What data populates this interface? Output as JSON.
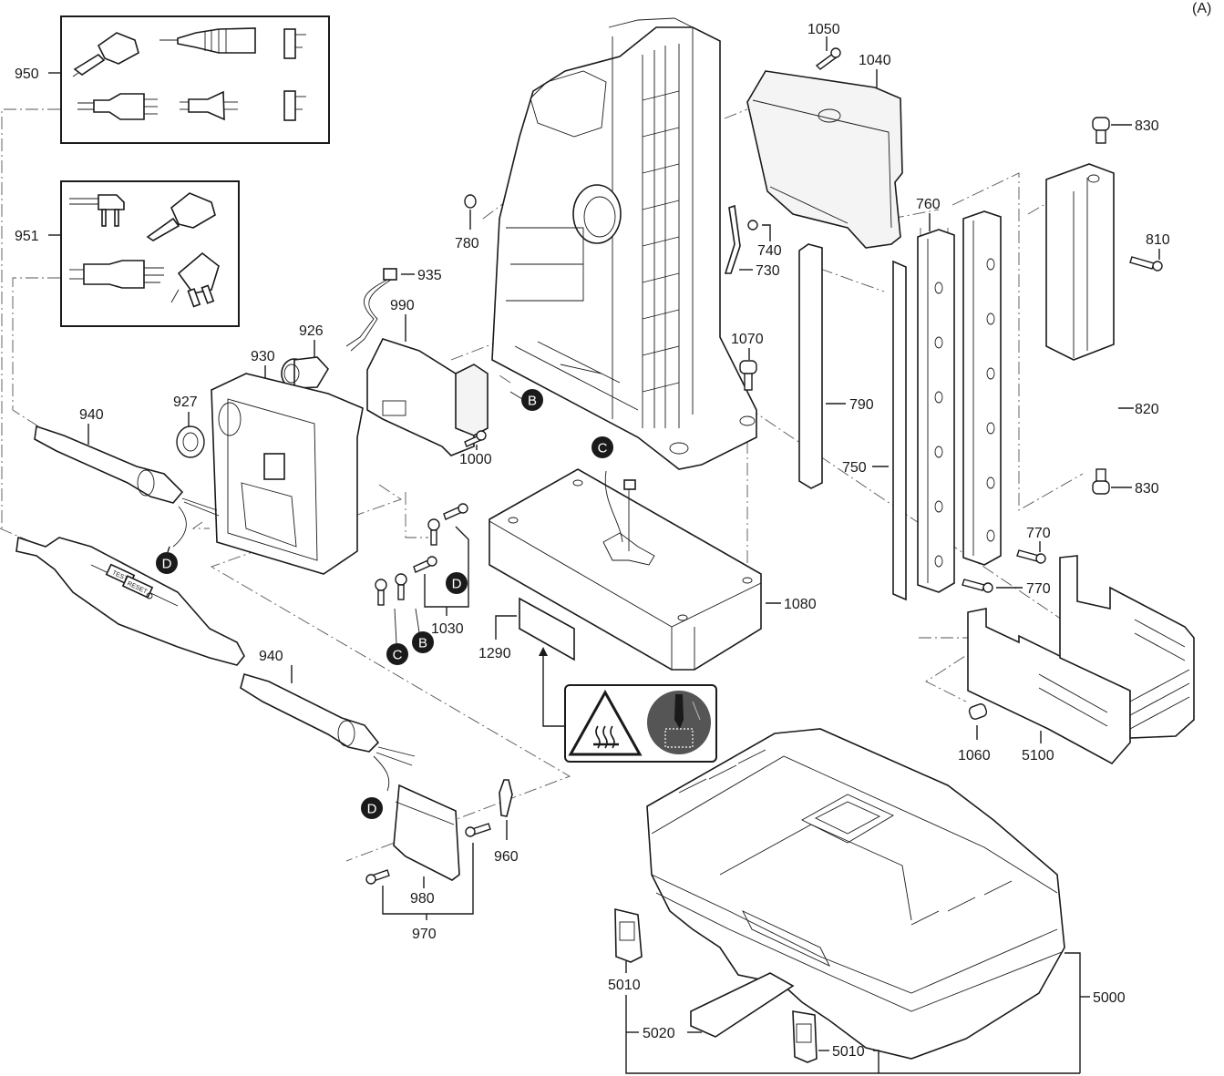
{
  "figure": {
    "title": "(A)",
    "type": "exploded parts diagram",
    "part_labels": {
      "p950": "950",
      "p951": "951",
      "p926": "926",
      "p935": "935",
      "p990": "990",
      "p930": "930",
      "p927": "927",
      "p940a": "940",
      "p940b": "940",
      "p1000": "1000",
      "p1030": "1030",
      "p1290": "1290",
      "p780": "780",
      "p1050": "1050",
      "p1040": "1040",
      "p740": "740",
      "p730": "730",
      "p1070": "1070",
      "p790": "790",
      "p750": "750",
      "p760": "760",
      "p830a": "830",
      "p810": "810",
      "p820": "820",
      "p830b": "830",
      "p770a": "770",
      "p770b": "770",
      "p1080": "1080",
      "p1060": "1060",
      "p5100": "5100",
      "p960": "960",
      "p980": "980",
      "p970": "970",
      "p5010a": "5010",
      "p5010b": "5010",
      "p5020": "5020",
      "p5000": "5000"
    },
    "reference_markers": {
      "B1": "B",
      "C1": "C",
      "D1": "D",
      "D2": "D",
      "C2": "C",
      "B2": "B",
      "D3": "D"
    },
    "rcd_buttons": {
      "test": "TEST",
      "reset": "RESET"
    },
    "warning_label": {
      "symbol": "hot-surface-warning",
      "pictogram": "soldering-iron-in-holder"
    }
  }
}
